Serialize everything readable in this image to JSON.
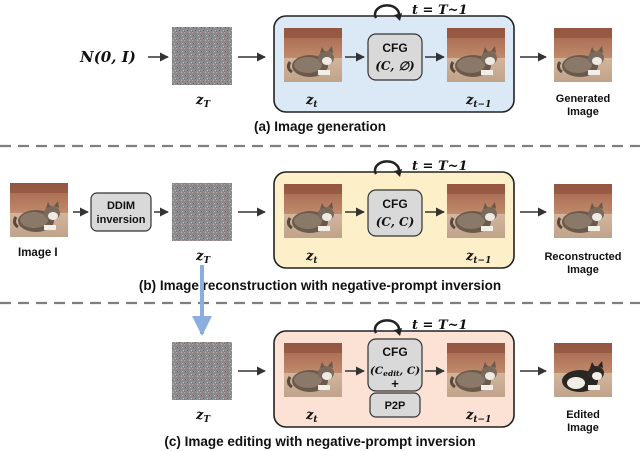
{
  "colors": {
    "panel_a": "#dbe8f6",
    "panel_b": "#fdf0c9",
    "panel_c": "#fbe2d5",
    "box_fill": "#d9d9d9",
    "arrow": "#333333",
    "divider": "#7f7f7f",
    "down_arrow": "#8aaee0"
  },
  "icons": {
    "loop": "circular-arrow-icon",
    "noise": "noise-image-icon",
    "cat": "cat-photo-icon"
  },
  "section_a": {
    "input_label": "N(0, I)",
    "noise_label": "z_T",
    "loop_label": "t = T~1",
    "cfg_title": "CFG",
    "cfg_args": "(C, ∅)",
    "zt_label": "z_t",
    "zt1_label": "z_{t−1}",
    "output_line1": "Generated",
    "output_line2": "Image",
    "caption": "(a) Image generation"
  },
  "section_b": {
    "input_label": "Image I",
    "ddim_line1": "DDIM",
    "ddim_line2": "inversion",
    "noise_label": "z_T",
    "loop_label": "t = T~1",
    "cfg_title": "CFG",
    "cfg_args": "(C, C)",
    "zt_label": "z_t",
    "zt1_label": "z_{t−1}",
    "output_line1": "Reconstructed",
    "output_line2": "Image",
    "caption": "(b) Image reconstruction with negative-prompt inversion"
  },
  "section_c": {
    "noise_label": "z_T",
    "loop_label": "t = T~1",
    "cfg_title": "CFG",
    "cfg_args": "(C_edit, C)",
    "plus": "+",
    "p2p": "P2P",
    "zt_label": "z_t",
    "zt1_label": "z_{t−1}",
    "output_line1": "Edited",
    "output_line2": "Image",
    "caption": "(c) Image editing with negative-prompt inversion"
  }
}
